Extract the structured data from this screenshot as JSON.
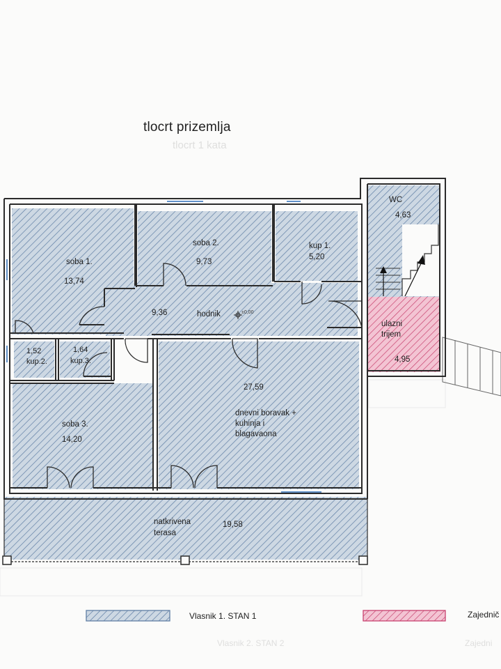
{
  "title": "tlocrt prizemlja",
  "ghost_texts": {
    "subtitle": "tlocrt 1 kata",
    "legend_owner2": "Vlasnik 2. STAN 2",
    "legend_common": "Zajedni"
  },
  "level_mark": "±0,00",
  "rooms": {
    "soba1": {
      "name": "soba 1.",
      "area": "13,74"
    },
    "soba2": {
      "name": "soba 2.",
      "area": "9,73"
    },
    "kup1": {
      "name": "kup 1.",
      "area": "5,20"
    },
    "wc": {
      "name": "WC",
      "area": "4,63"
    },
    "hodnik": {
      "name": "hodnik",
      "area": "9,36"
    },
    "ulazni": {
      "name_line1": "ulazni",
      "name_line2": "trijem",
      "area": "4,95"
    },
    "kup2": {
      "name": "kup.2.",
      "area": "1,52"
    },
    "kup3": {
      "name": "kup.3.",
      "area": "1,64"
    },
    "soba3": {
      "name": "soba 3.",
      "area": "14,20"
    },
    "dnevni": {
      "name_line1": "dnevni boravak +",
      "name_line2": "kuhinja i",
      "name_line3": "blagavaona",
      "area": "27,59"
    },
    "terasa": {
      "name_line1": "natkrivena",
      "name_line2": "terasa",
      "area": "19,58"
    }
  },
  "legend": {
    "owner1": "Vlasnik 1.  STAN 1",
    "common": "Zajednič"
  },
  "colors": {
    "blue_hatch": "#5f7ea4",
    "blue_fill": "#cdd8e3",
    "pink_hatch": "#c8426f",
    "pink_fill": "#f3c4d3",
    "wall": "#2b2b2b"
  }
}
